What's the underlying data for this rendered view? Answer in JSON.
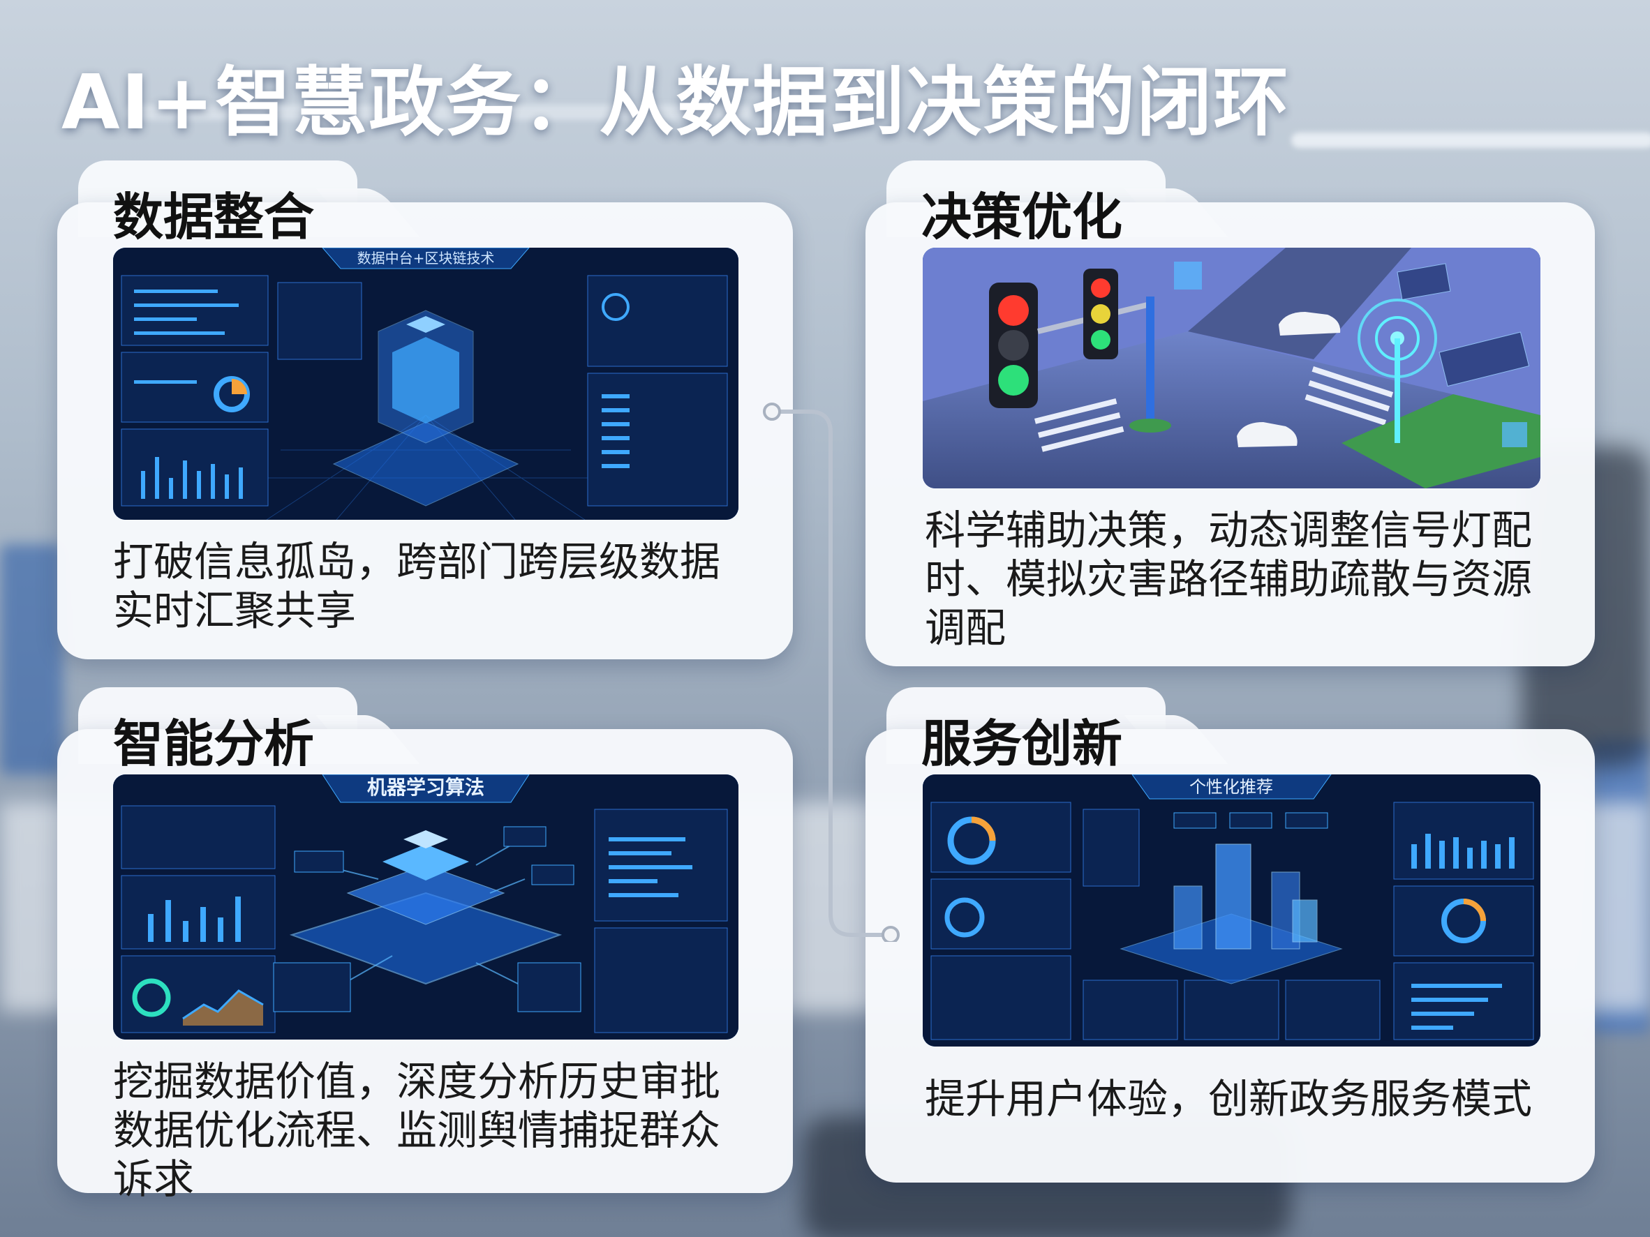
{
  "title": "AI+智慧政务：从数据到决策的闭环",
  "cards": [
    {
      "heading": "数据整合",
      "screen_title": "数据中台+区块链技术",
      "description": "打破信息孤岛，跨部门跨层级数据实时汇聚共享"
    },
    {
      "heading": "决策优化",
      "screen_title": "",
      "description": "科学辅助决策，动态调整信号灯配时、模拟灾害路径辅助疏散与资源调配"
    },
    {
      "heading": "智能分析",
      "screen_title": "机器学习算法",
      "description": "挖掘数据价值，深度分析历史审批数据优化流程、监测舆情捕捉群众诉求"
    },
    {
      "heading": "服务创新",
      "screen_title": "个性化推荐",
      "description": "提升用户体验，创新政务服务模式"
    }
  ],
  "colors": {
    "screen_bg": "#0c2350",
    "screen_accent": "#3fa9ff",
    "card_bg": "#f7f9fc",
    "heading": "#111111"
  }
}
